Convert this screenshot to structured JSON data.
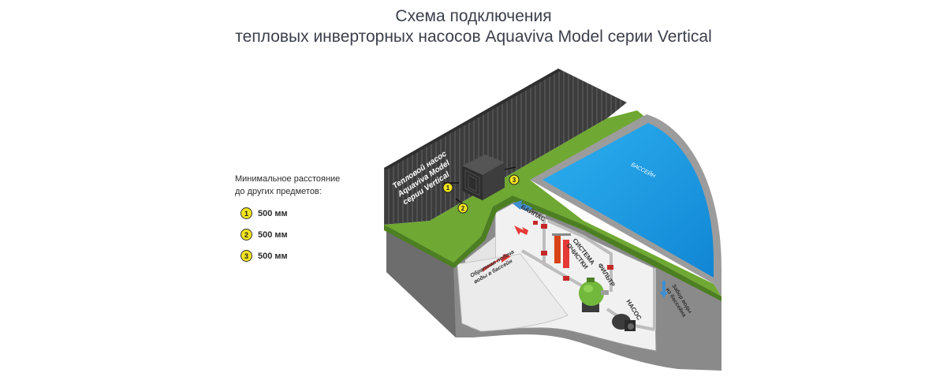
{
  "title": {
    "line1": "Схема подключения",
    "line2": "тепловых инверторных насосов Aquaviva Model серии Vertical"
  },
  "legend": {
    "caption_line1": "Минимальное расстояние",
    "caption_line2": "до других предметов:",
    "items": [
      {
        "number": "1",
        "value": "500 мм"
      },
      {
        "number": "2",
        "value": "500 мм"
      },
      {
        "number": "3",
        "value": "500 мм"
      }
    ]
  },
  "diagram": {
    "heat_pump_label": [
      "Тепловой насос",
      "Aquaviva Model",
      "серии Vertical"
    ],
    "pool_label": "БАССЕЙН",
    "bypass_label": "БАЙПАС",
    "cleaning_label": [
      "СИСТЕМА",
      "ОЧИСТКИ"
    ],
    "filter_label": "ФИЛЬТР",
    "pump_label": "НАСОС",
    "intake_label": [
      "Забор воды",
      "из бассейна"
    ],
    "return_label": [
      "Обратная подача",
      "воды в бассейн"
    ],
    "markers": [
      "1",
      "2",
      "3"
    ]
  },
  "colors": {
    "grass": "#6fa832",
    "pool": "#1ea0e8",
    "wall": "#3f3f3f",
    "marker": "#f2e41c",
    "filter": "#72b83c",
    "arrow_red": "#e53935",
    "arrow_blue": "#3f8fd2"
  }
}
